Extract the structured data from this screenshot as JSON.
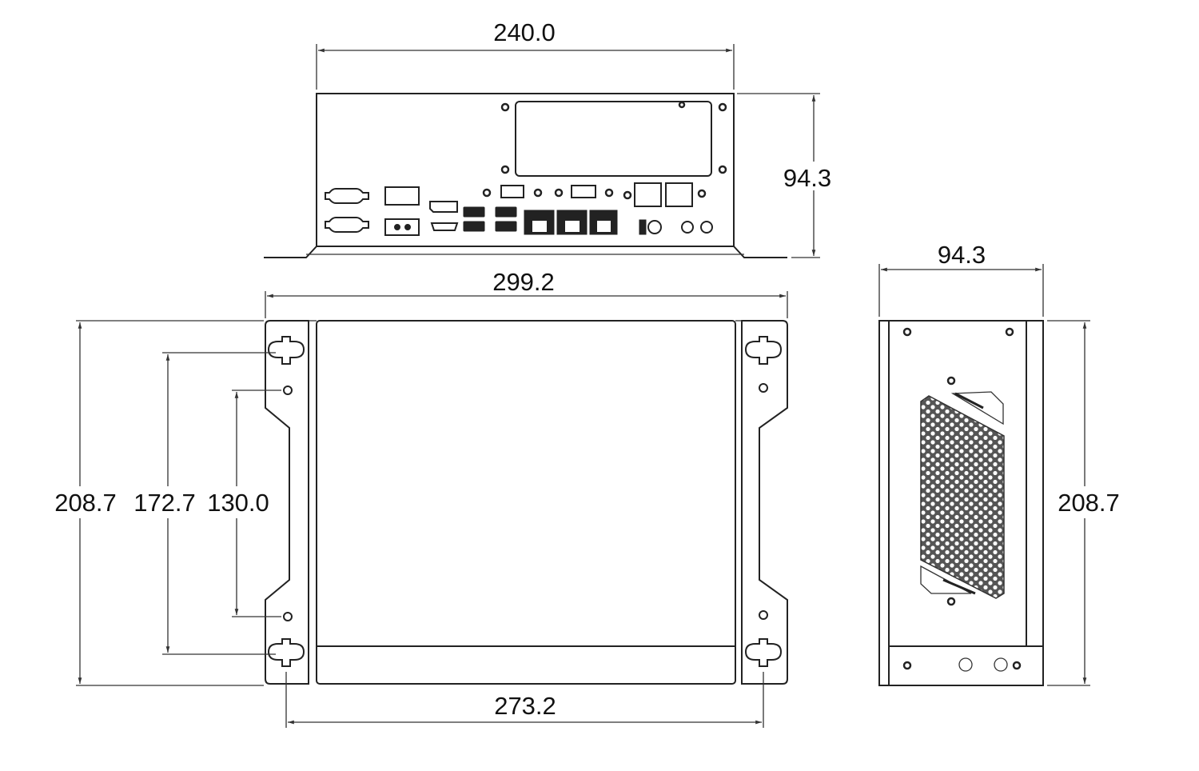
{
  "title": "Enclosure dimension drawing",
  "views": {
    "front": {
      "width_label": "240.0",
      "height_label": "94.3"
    },
    "top": {
      "overall_width_label": "299.2",
      "mount_hole_spacing_width_label": "273.2",
      "overall_depth_label": "208.7",
      "keyhole_spacing_label": "172.7",
      "small_hole_spacing_label": "130.0"
    },
    "side": {
      "width_label": "94.3",
      "depth_label": "208.7"
    }
  },
  "colors": {
    "line": "#222222",
    "background": "#ffffff"
  }
}
